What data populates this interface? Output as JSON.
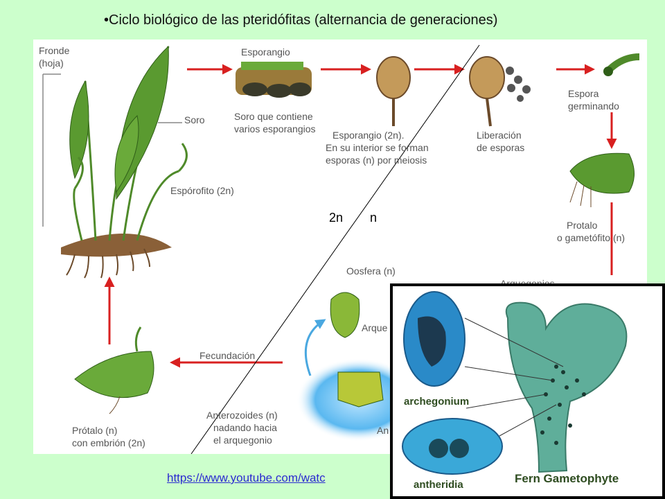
{
  "slide": {
    "title": "•Ciclo biológico de las pteridófitas (alternancia de generaciones)",
    "link": "https://www.youtube.com/watc"
  },
  "ploidy": {
    "left": "2n",
    "right": "n"
  },
  "diagram": {
    "labels": {
      "fronde": "Fronde",
      "hoja": "(hoja)",
      "soro": "Soro",
      "esporofito": "Espórofito (2n)",
      "esporangio_top": "Esporangio",
      "soro_caption_1": "Soro que contiene",
      "soro_caption_2": "varios esporangios",
      "esporangio_caption_1": "Esporangio (2n).",
      "esporangio_caption_2": "En su interior se forman",
      "esporangio_caption_3": "esporas (n) por meiosis",
      "liberacion_1": "Liberación",
      "liberacion_2": "de esporas",
      "espora_1": "Espora",
      "espora_2": "germinando",
      "protalo_1": "Protalo",
      "protalo_2": "o gametófito (n)",
      "arquegonios": "Arquegonios",
      "oosfera": "Oosfera (n)",
      "arque": "Arque",
      "fecundacion": "Fecundación",
      "anterozoides_1": "Anterozoides (n)",
      "anterozoides_2": "nadando hacia",
      "anterozoides_3": "el arquegonio",
      "an": "An",
      "protalo_embrion_1": "Prótalo (n)",
      "protalo_embrion_2": "con embrión (2n)"
    }
  },
  "inset": {
    "archegonium": "archegonium",
    "antheridia": "antheridia",
    "caption": "Fern Gametophyte"
  },
  "colors": {
    "background": "#ccffcc",
    "arrow": "#d82020",
    "label": "#555555",
    "plant": "#4f8a2a",
    "link": "#2a2ad0"
  }
}
